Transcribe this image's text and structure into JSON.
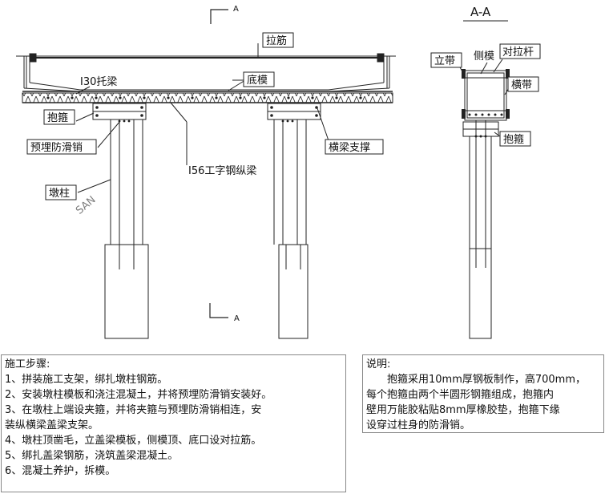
{
  "labels": {
    "section_marker_top": "A",
    "section_marker_bottom": "A",
    "section_title": "A-A",
    "tie_bar": "拉筋",
    "beam_30": "I30托梁",
    "bottom_form": "底模",
    "hoop": "抱箍",
    "anti_slip_pin": "预埋防滑销",
    "beam_56": "I56工字钢纵梁",
    "cross_brace": "横梁支撑",
    "pier": "墩柱",
    "vertical_band": "立带",
    "side_form": "侧模",
    "tie_rod": "对拉杆",
    "horizontal_band": "横带",
    "hoop_right": "抱箍"
  },
  "steps": {
    "title": "施工步骤:",
    "items": [
      "1、拼装施工支架，绑扎墩柱钢筋。",
      "2、安装墩柱模板和浇注混凝土，并将预埋防滑销安装好。",
      "3、在墩柱上端设夹箍，并将夹箍与预埋防滑销相连，安",
      "装纵横梁盖梁支架。",
      "4、墩柱顶凿毛，立盖梁模板，侧模顶、底口设对拉筋。",
      "5、绑扎盖梁钢筋，浇筑盖梁混凝土。",
      "6、混凝土养护，拆模。"
    ]
  },
  "notes": {
    "title": "说明:",
    "lines": [
      "　　抱箍采用10mm厚钢板制作，高700mm，",
      "每个抱箍由两个半圆形钢箍组成，抱箍内",
      "壁用万能胶粘贴8mm厚橡胶垫，抱箍下缘",
      "设穿过柱身的防滑销。"
    ]
  }
}
